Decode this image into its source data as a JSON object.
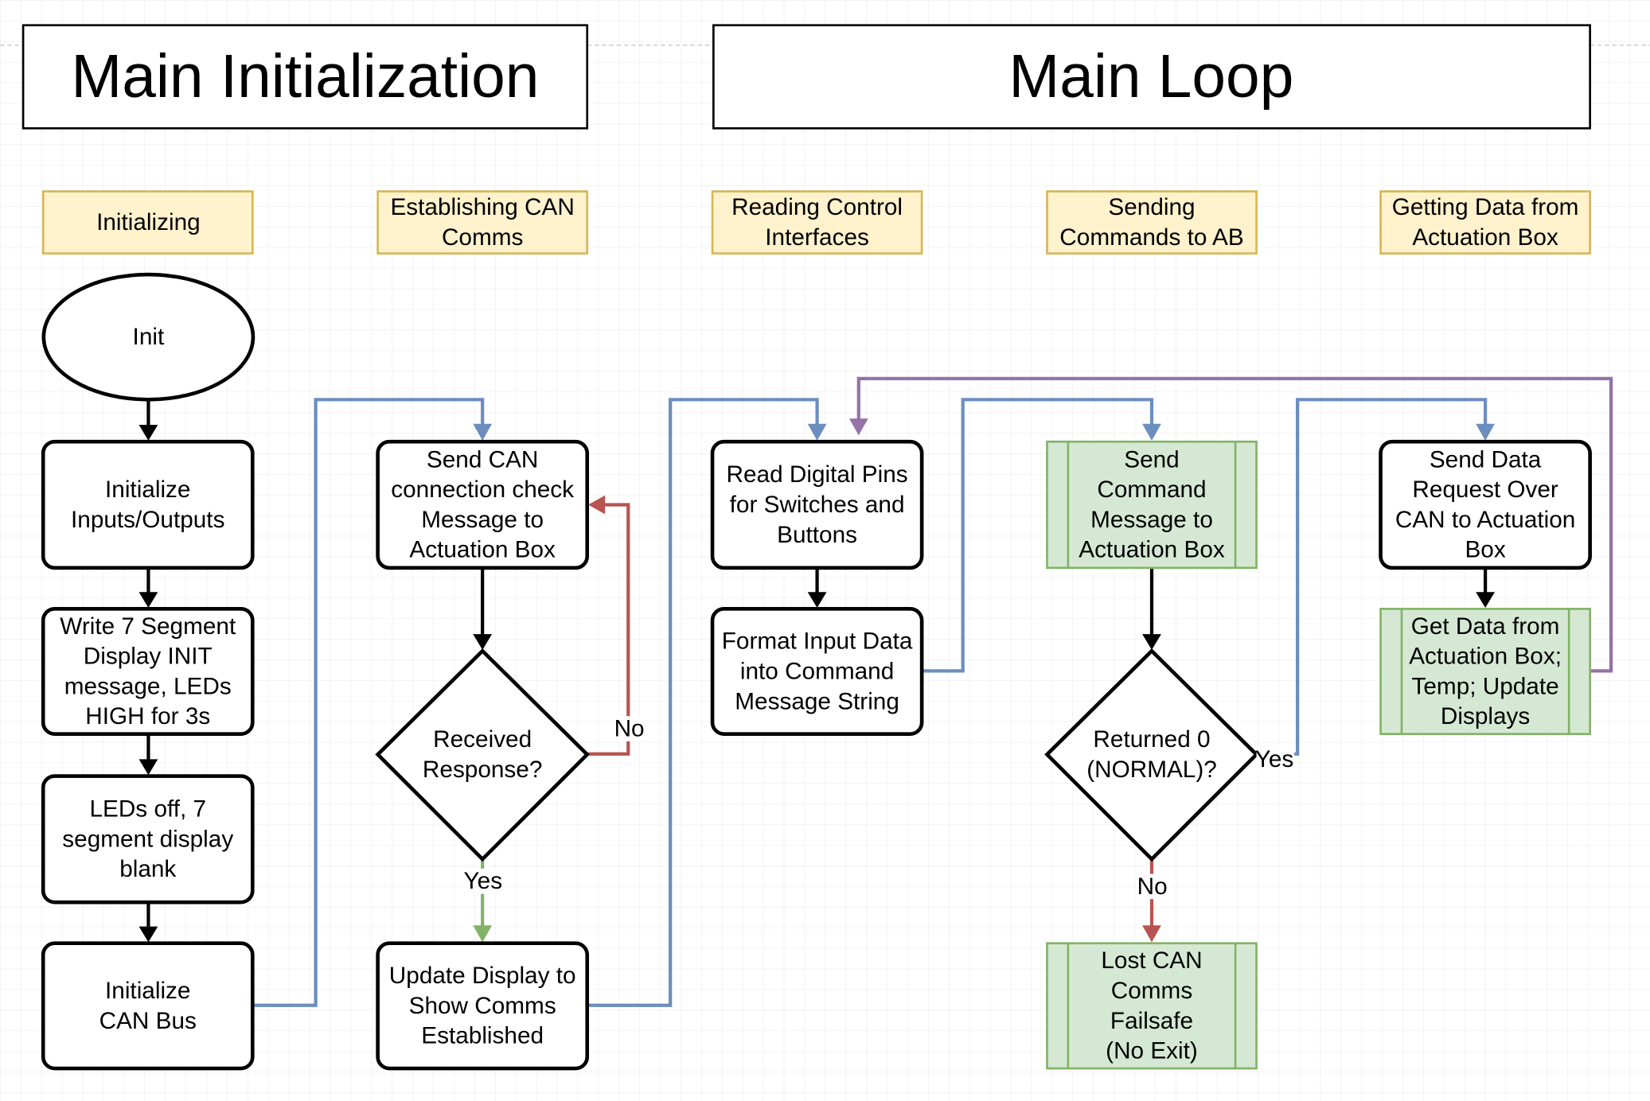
{
  "headers": {
    "init": "Main Initialization",
    "loop": "Main Loop"
  },
  "sections": [
    {
      "id": "sec-initializing",
      "lines": [
        "Initializing"
      ]
    },
    {
      "id": "sec-can-comms",
      "lines": [
        "Establishing CAN",
        "Comms"
      ]
    },
    {
      "id": "sec-reading",
      "lines": [
        "Reading Control",
        "Interfaces"
      ]
    },
    {
      "id": "sec-sending",
      "lines": [
        "Sending",
        "Commands to AB"
      ]
    },
    {
      "id": "sec-getting",
      "lines": [
        "Getting Data from",
        "Actuation Box"
      ]
    }
  ],
  "nodes": {
    "init": {
      "lines": [
        "Init"
      ]
    },
    "init_io": {
      "lines": [
        "Initialize",
        "Inputs/Outputs"
      ]
    },
    "write7": {
      "lines": [
        "Write 7 Segment",
        "Display INIT",
        "message, LEDs",
        "HIGH for 3s"
      ]
    },
    "leds_off": {
      "lines": [
        "LEDs off, 7",
        "segment display",
        "blank"
      ]
    },
    "init_can": {
      "lines": [
        "Initialize",
        "CAN Bus"
      ]
    },
    "send_check": {
      "lines": [
        "Send CAN",
        "connection check",
        "Message to",
        "Actuation Box"
      ]
    },
    "received": {
      "lines": [
        "Received",
        "Response?"
      ]
    },
    "update_disp": {
      "lines": [
        "Update Display to",
        "Show Comms",
        "Established"
      ]
    },
    "read_pins": {
      "lines": [
        "Read Digital Pins",
        "for Switches and",
        "Buttons"
      ]
    },
    "format": {
      "lines": [
        "Format Input Data",
        "into Command",
        "Message String"
      ]
    },
    "send_cmd": {
      "lines": [
        "Send",
        "Command",
        "Message to",
        "Actuation Box"
      ]
    },
    "returned": {
      "lines": [
        "Returned 0",
        "(NORMAL)?"
      ]
    },
    "lost_can": {
      "lines": [
        "Lost CAN",
        "Comms",
        "Failsafe",
        "(No Exit)"
      ]
    },
    "send_req": {
      "lines": [
        "Send Data",
        "Request Over",
        "CAN to Actuation",
        "Box"
      ]
    },
    "get_data": {
      "lines": [
        "Get Data from",
        "Actuation Box;",
        "Temp; Update",
        "Displays"
      ]
    }
  },
  "edge_labels": {
    "no_received": "No",
    "yes_received": "Yes",
    "yes_returned": "Yes",
    "no_returned": "No"
  },
  "colors": {
    "flow_black": "#000000",
    "flow_blue": "#6c8ebf",
    "flow_red": "#b85450",
    "flow_green": "#82b366",
    "flow_purple": "#9673a6",
    "section_fill": "#fff2cc",
    "section_stroke": "#d6b656",
    "process_fill": "#d5e8d4",
    "process_stroke": "#82b366"
  }
}
